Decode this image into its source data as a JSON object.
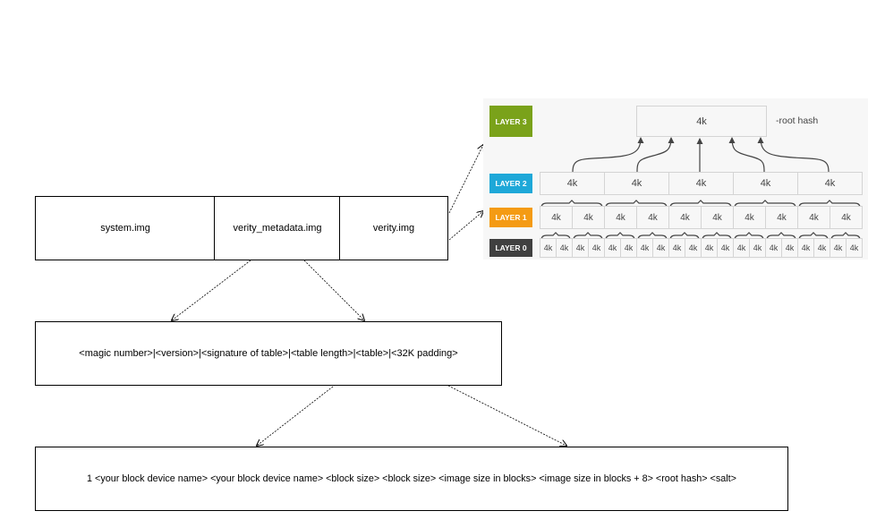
{
  "images": {
    "system": "system.img",
    "verity_metadata": "verity_metadata.img",
    "verity": "verity.img"
  },
  "metadata_format": "<magic number>|<version>|<signature of table>|<table length>|<table>|<32K padding>",
  "table_format": "1 <your block device name> <your block device name> <block size> <block size> <image size in blocks> <image size in blocks + 8> <root hash> <salt>",
  "hash_tree": {
    "block_label": "4k",
    "root_hash_label": "-root hash",
    "layers": [
      {
        "label": "LAYER 3",
        "color": "#7aa21a",
        "blocks": 1
      },
      {
        "label": "LAYER 2",
        "color": "#1ea8d8",
        "blocks": 5
      },
      {
        "label": "LAYER 1",
        "color": "#f49b14",
        "blocks": 10
      },
      {
        "label": "LAYER 0",
        "color": "#404040",
        "blocks": 20
      }
    ]
  }
}
